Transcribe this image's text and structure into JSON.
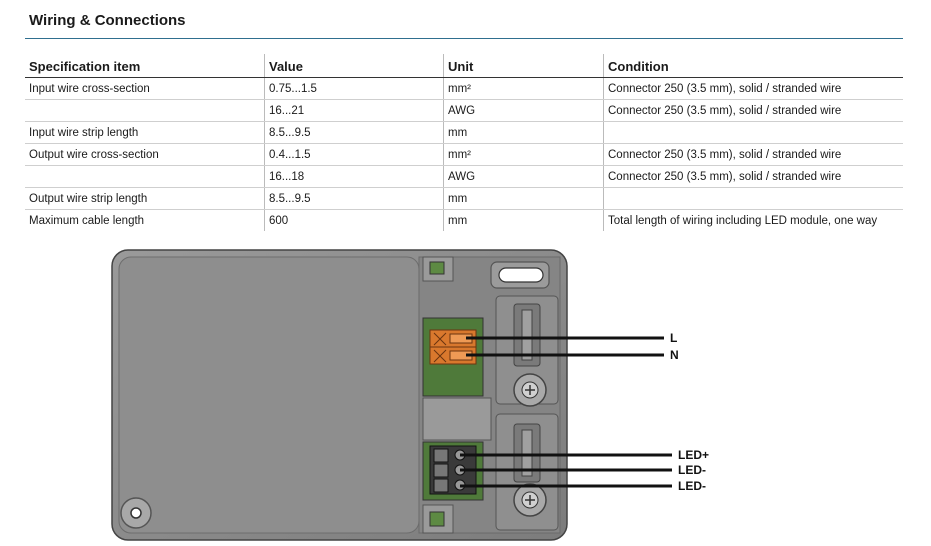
{
  "section": {
    "title": "Wiring & Connections"
  },
  "table": {
    "headers": [
      "Specification item",
      "Value",
      "Unit",
      "Condition"
    ],
    "rows": [
      [
        "Input wire cross-section",
        "0.75...1.5",
        "mm²",
        "Connector 250 (3.5 mm), solid / stranded wire"
      ],
      [
        "",
        "16...21",
        "AWG",
        "Connector 250 (3.5 mm), solid / stranded wire"
      ],
      [
        "Input wire strip length",
        "8.5...9.5",
        "mm",
        ""
      ],
      [
        "Output wire cross-section",
        "0.4...1.5",
        "mm²",
        "Connector 250 (3.5 mm), solid / stranded wire"
      ],
      [
        "",
        "16...18",
        "AWG",
        "Connector 250 (3.5 mm), solid / stranded wire"
      ],
      [
        "Output wire strip length",
        "8.5...9.5",
        "mm",
        ""
      ],
      [
        "Maximum cable length",
        "600",
        "mm",
        "Total length of wiring including LED module, one way"
      ]
    ]
  },
  "diagram": {
    "input_labels": [
      "L",
      "N"
    ],
    "output_labels": [
      "LED+",
      "LED-",
      "LED-"
    ],
    "colors": {
      "housing": "#8a8a8a",
      "pcb": "#4f7a3a",
      "input_connector": "#d9782d",
      "output_connector": "#3a3a3a",
      "wire": "#111111"
    }
  }
}
